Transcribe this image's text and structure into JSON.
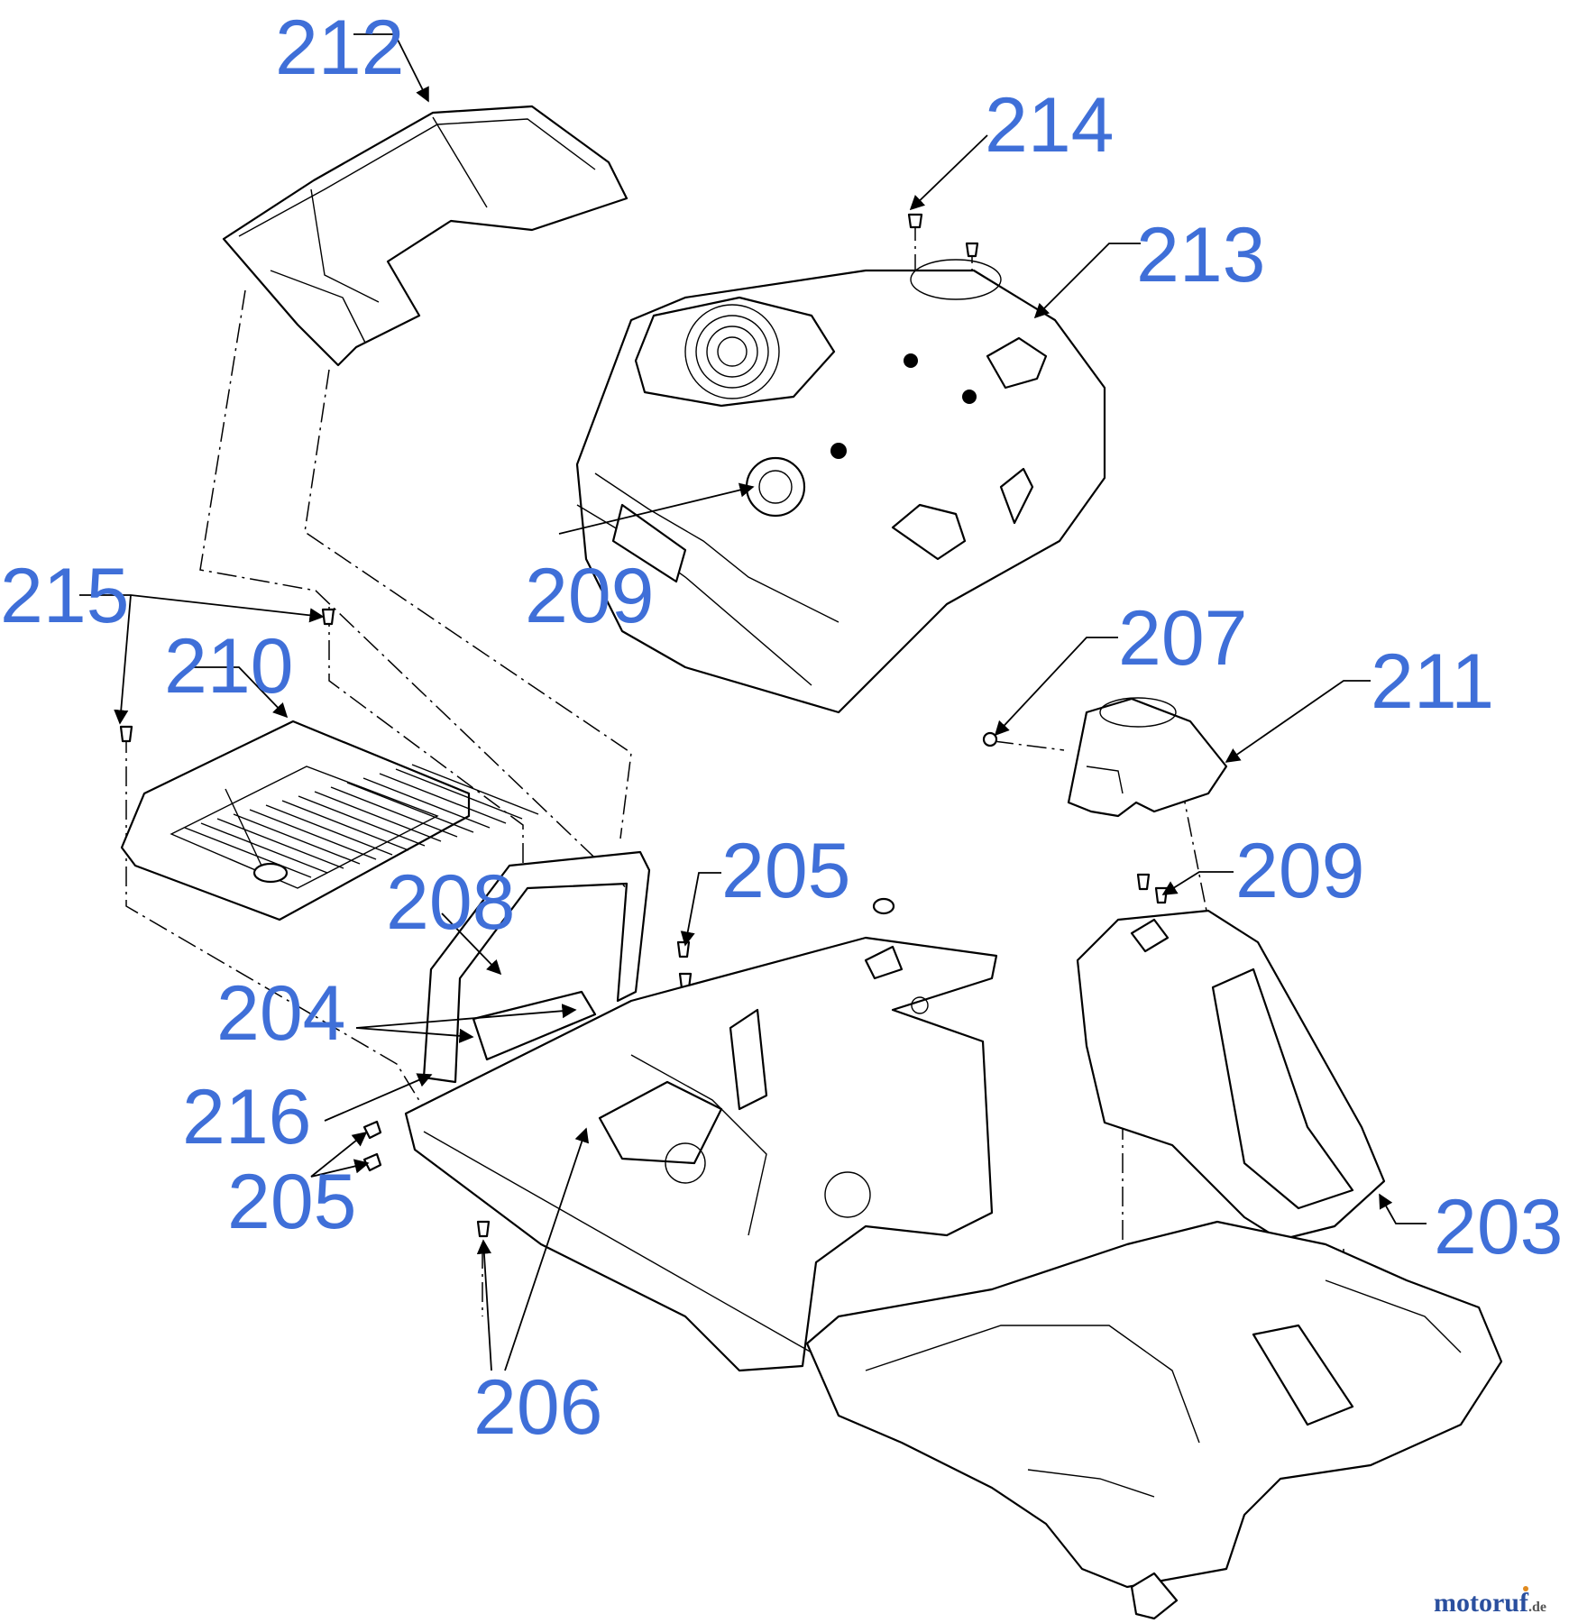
{
  "callouts": {
    "c203": "203",
    "c204": "204",
    "c205a": "205",
    "c205b": "205",
    "c206": "206",
    "c207": "207",
    "c208": "208",
    "c209a": "209",
    "c209b": "209",
    "c210": "210",
    "c211": "211",
    "c212": "212",
    "c213": "213",
    "c214": "214",
    "c215": "215",
    "c216": "216"
  },
  "watermark": {
    "name": "motoruf",
    "suffix": ".de"
  },
  "colors": {
    "callout": "#3f6fd8",
    "line": "#000000",
    "brand_blue": "#2a4f9e",
    "brand_orange": "#e08a1e"
  }
}
